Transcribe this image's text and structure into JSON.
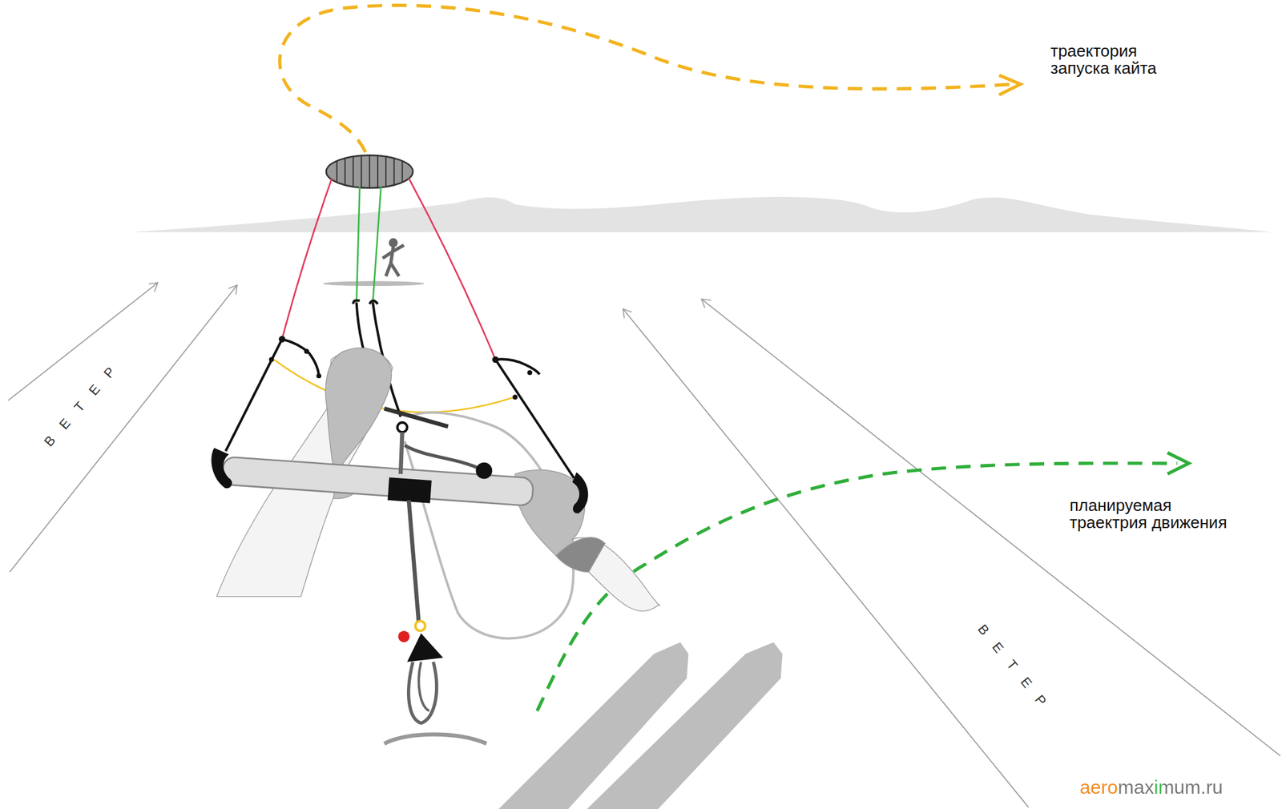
{
  "diagram": {
    "labels": [
      "траектория запуска кайта",
      "планируемая траектрия движения",
      "ВЕТЕР",
      "ВЕТЕР",
      "aeromaximum.ru"
    ]
  }
}
